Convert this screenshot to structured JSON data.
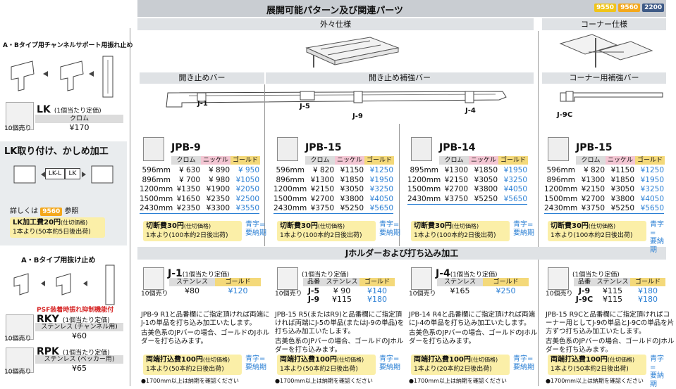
{
  "title": "展開可能パターン及び関連パーツ",
  "badges": [
    {
      "text": "9550",
      "color": "#f0c419"
    },
    {
      "text": "9560",
      "color": "#f4a81c"
    },
    {
      "text": "2200",
      "color": "#3e5a86"
    }
  ],
  "sections": {
    "outer": "外々仕様",
    "corner": "コーナー仕様",
    "stop_bar": "開き止めバー",
    "stop_support_bar": "開き止め補強バー",
    "corner_support_bar": "コーナー用補強バー",
    "jholder": "Jホルダーおよび打ち込み加工"
  },
  "diagram_labels": [
    "J-1",
    "J-5",
    "J-9",
    "J-4",
    "J-9C"
  ],
  "left": {
    "heading1": "A・Bタイプ用チャンネルサポート用振れ止め",
    "lk": {
      "name": "LK",
      "unit": "(1個当たり定価)",
      "finish": "クロム",
      "price": "¥170",
      "pack": "10個売り"
    },
    "lk_heading": "LK取り付け、かしめ加工",
    "lk_labels": [
      "LK-L",
      "LK"
    ],
    "see": "詳しくは",
    "see_ref": "9560",
    "see_tail": "参照",
    "lk_fee": "LK加工費20円",
    "lk_fee_note": "(仕切価格)",
    "lk_fee_sub": "1本より(50本約5日後出荷)",
    "heading2": "A・Bタイプ用抜け止め",
    "psf": "PSF装着時振れ抑制機能付",
    "rky": {
      "name": "RKY",
      "unit": "(1個当たり定価)",
      "finish": "ステンレス (チャンネル用)",
      "price": "¥60",
      "pack": "10個売り"
    },
    "rpk": {
      "name": "RPK",
      "unit": "(1個当たり定価)",
      "finish": "ステンレス (ベッカー用)",
      "price": "¥65",
      "pack": "10個売り"
    }
  },
  "jpb": [
    {
      "name": "JPB-9",
      "cols": [
        "クロム",
        "ニッケル",
        "ゴールド"
      ],
      "rows": [
        [
          "596mm",
          "¥ 630",
          "¥ 890",
          "¥ 950"
        ],
        [
          "896mm",
          "¥ 700",
          "¥ 980",
          "¥1050"
        ],
        [
          "1200mm",
          "¥1350",
          "¥1900",
          "¥2050"
        ],
        [
          "1500mm",
          "¥1650",
          "¥2350",
          "¥2500"
        ],
        [
          "2430mm",
          "¥2350",
          "¥3300",
          "¥3550"
        ]
      ]
    },
    {
      "name": "JPB-15",
      "cols": [
        "クロム",
        "ニッケル",
        "ゴールド"
      ],
      "rows": [
        [
          "596mm",
          "¥ 820",
          "¥1150",
          "¥1250"
        ],
        [
          "896mm",
          "¥1300",
          "¥1850",
          "¥1950"
        ],
        [
          "1200mm",
          "¥2150",
          "¥3050",
          "¥3250"
        ],
        [
          "1500mm",
          "¥2700",
          "¥3800",
          "¥4050"
        ],
        [
          "2430mm",
          "¥3750",
          "¥5250",
          "¥5650"
        ]
      ]
    },
    {
      "name": "JPB-14",
      "cols": [
        "クロム",
        "ニッケル",
        "ゴールド"
      ],
      "rows": [
        [
          "895mm",
          "¥1300",
          "¥1850",
          "¥1950"
        ],
        [
          "1200mm",
          "¥2150",
          "¥3050",
          "¥3250"
        ],
        [
          "1500mm",
          "¥2700",
          "¥3800",
          "¥4050"
        ],
        [
          "2430mm",
          "¥3750",
          "¥5250",
          "¥5650"
        ]
      ]
    },
    {
      "name": "JPB-15",
      "cols": [
        "クロム",
        "ニッケル",
        "ゴールド"
      ],
      "rows": [
        [
          "596mm",
          "¥ 820",
          "¥1150",
          "¥1250"
        ],
        [
          "896mm",
          "¥1300",
          "¥1850",
          "¥1950"
        ],
        [
          "1200mm",
          "¥2150",
          "¥3050",
          "¥3250"
        ],
        [
          "1500mm",
          "¥2700",
          "¥3800",
          "¥4050"
        ],
        [
          "2430mm",
          "¥3750",
          "¥5250",
          "¥5650"
        ]
      ]
    }
  ],
  "cut_fee": "切断費30円",
  "cut_fee_note": "(仕切価格)",
  "cut_fee_sub": "1本より(100本約2日後出荷)",
  "cut_fee_sub2": "1本より(100本約2日後出荷)",
  "blue_note1": "青字=",
  "blue_note2": "要納期",
  "j": [
    {
      "name": "J-1",
      "unit": "(1個当たり定価)",
      "cols": [
        "ステンレス",
        "ゴールド"
      ],
      "rows": [
        [
          "¥80",
          "¥120"
        ]
      ],
      "pack": "10個売り",
      "desc": "JPB-9 R1と品番欄にご指定頂ければ両端にJ-1の単品を打ち込み加工いたします。",
      "desc2": "古美色系のJPバーの場合、ゴールドのJホルダーを打ち込みます。",
      "fee": "両端打込費100円",
      "fee_note": "(仕切価格)",
      "fee_sub": "1本より(50本約2日後出荷)",
      "foot": "●1700mm以上は納期を確認ください"
    },
    {
      "name": "",
      "unit": "(1個当たり定価)",
      "cols": [
        "品番",
        "ステンレス",
        "ゴールド"
      ],
      "rows": [
        [
          "J-5",
          "¥ 90",
          "¥140"
        ],
        [
          "J-9",
          "¥115",
          "¥180"
        ]
      ],
      "pack": "10個売り",
      "desc": "JPB-15 R5(またはR9)と品番欄にご指定頂ければ両端にJ-5の単品(またはJ-9の単品)を打ち込み加工いたします。",
      "desc2": "古美色系のJPバーの場合、ゴールドのJホルダーを打ち込みます。",
      "fee": "両端打込費100円",
      "fee_note": "(仕切価格)",
      "fee_sub": "1本より(50本約2日後出荷)",
      "foot": "●1700mm以上は納期を確認ください"
    },
    {
      "name": "J-4",
      "unit": "(1個当たり定価)",
      "cols": [
        "ステンレス",
        "ゴールド"
      ],
      "rows": [
        [
          "¥165",
          "¥250"
        ]
      ],
      "pack": "10個売り",
      "desc": "JPB-14 R4と品番欄にご指定頂ければ両端にJ-4の単品を打ち込み加工いたします。",
      "desc2": "古美色系のJPバーの場合、ゴールドのJホルダーを打ち込みます。",
      "fee": "両端打込費100円",
      "fee_note": "(仕切価格)",
      "fee_sub": "1本より(20本約2日後出荷)",
      "foot": "●1700mm以上は納期を確認ください"
    },
    {
      "name": "",
      "unit": "(1個当たり定価)",
      "cols": [
        "品番",
        "ステンレス",
        "ゴールド"
      ],
      "rows": [
        [
          "J-9",
          "¥115",
          "¥180"
        ],
        [
          "J-9C",
          "¥115",
          "¥180"
        ]
      ],
      "pack": "10個売り",
      "desc": "JPB-15 R9Cと品番欄にご指定頂ければコーナー用としてJ-9の単品とJ-9Cの単品を片方ずつ打ち込み加工いたします。",
      "desc2": "古美色系のJPバーの場合、ゴールドのJホルダーを打ち込みます。",
      "fee": "両端打込費100円",
      "fee_note": "(仕切価格)",
      "fee_sub": "1本より(50本約2日後出荷)",
      "foot": "●1700mm以上は納期を確認ください"
    }
  ]
}
